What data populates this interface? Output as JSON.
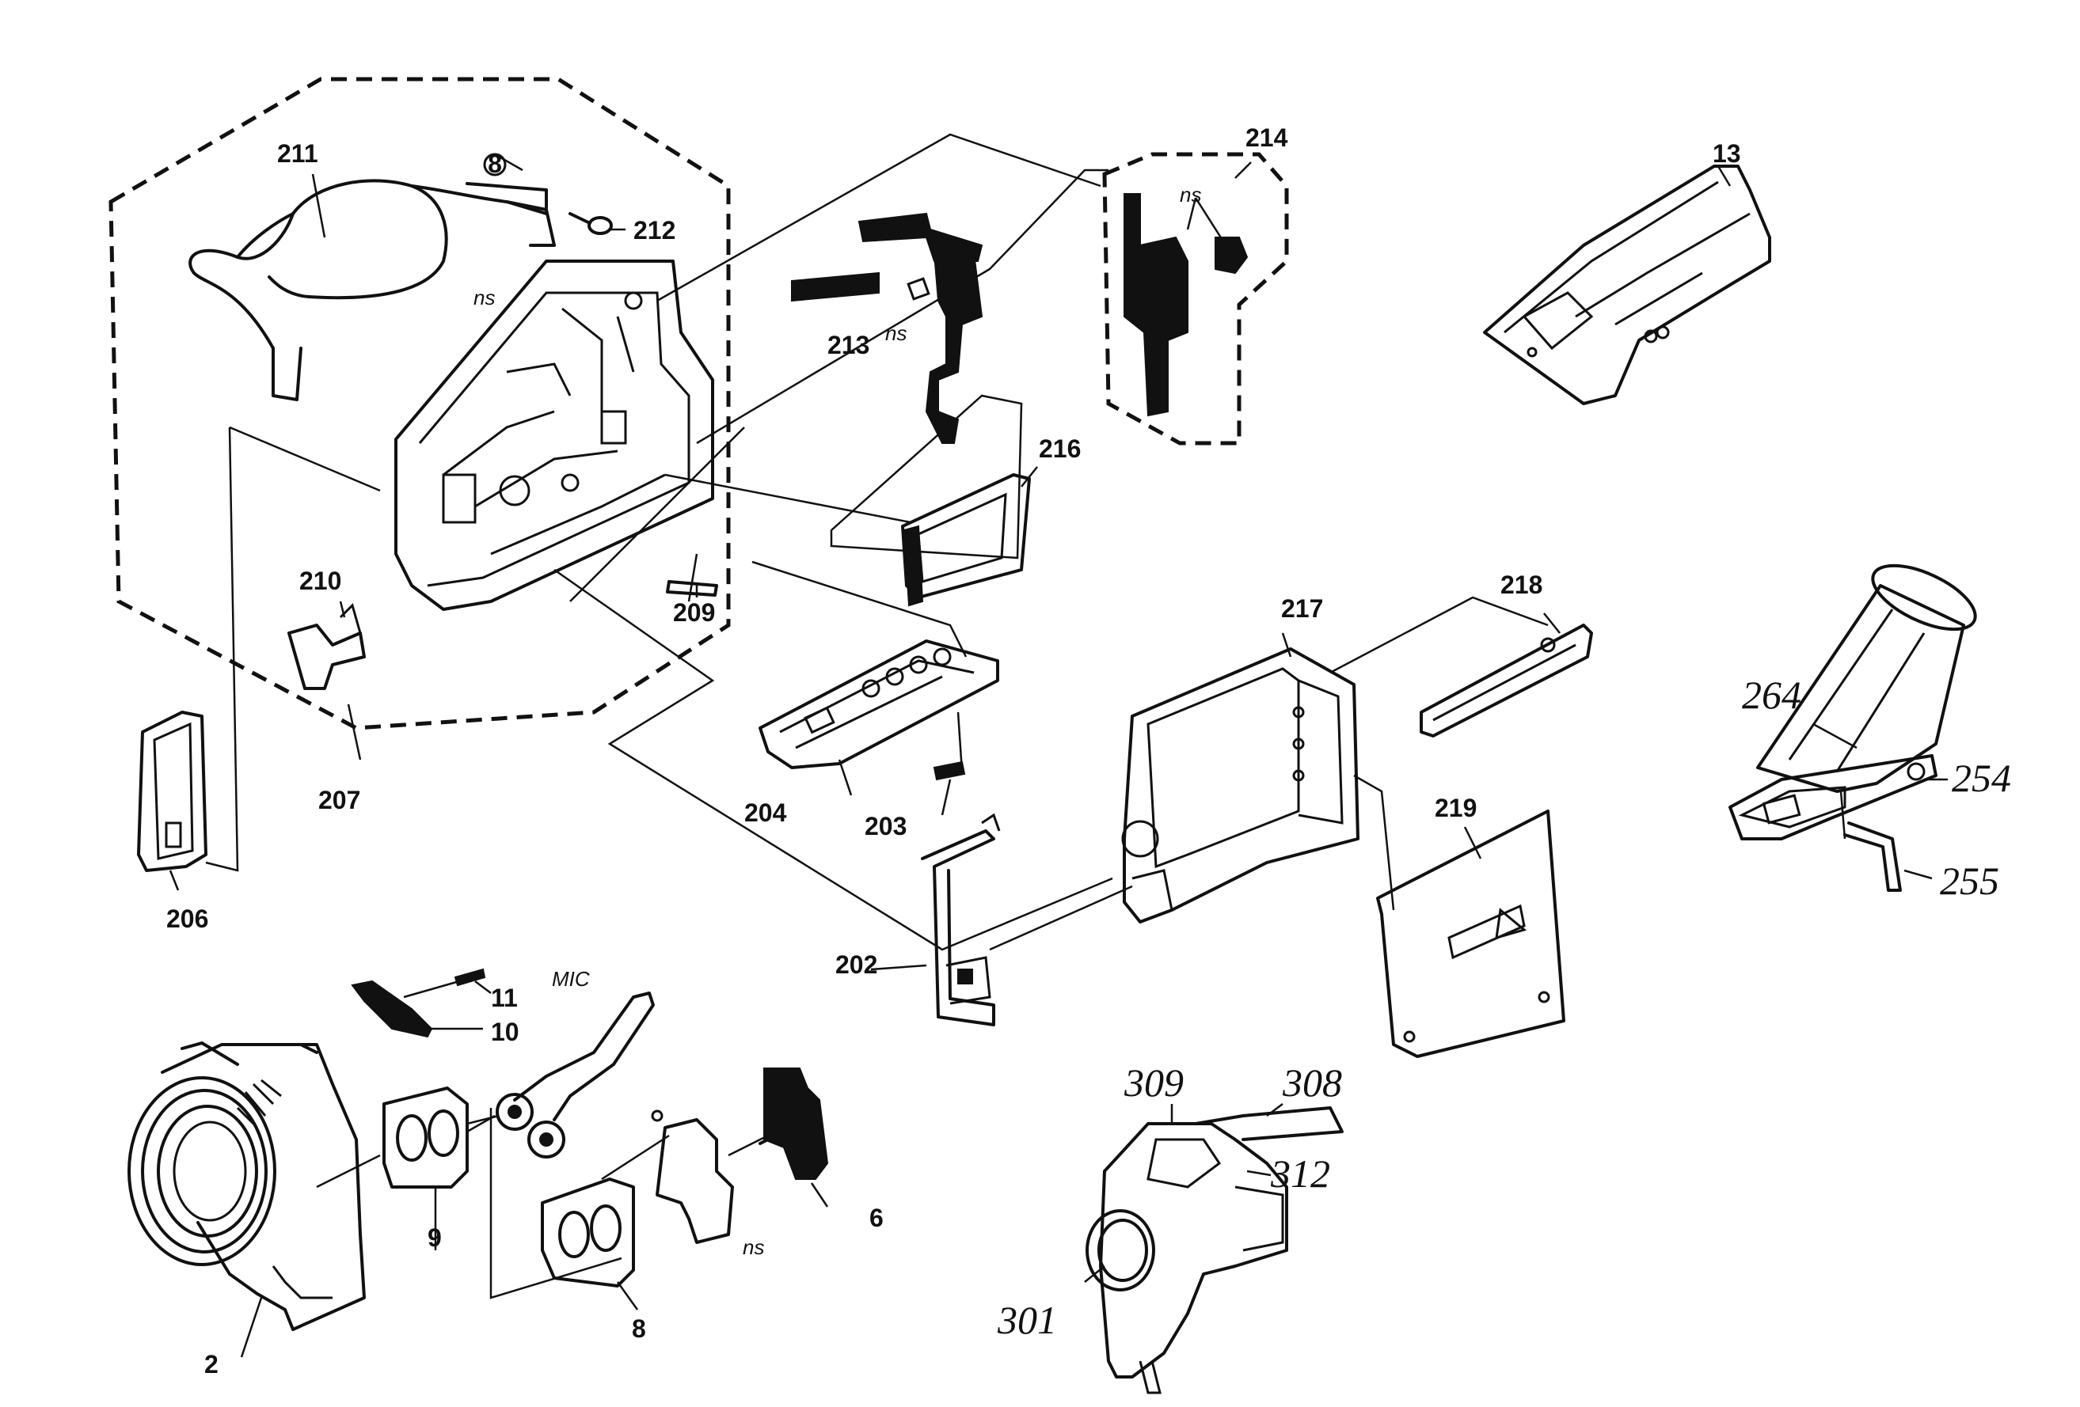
{
  "labels": {
    "n2": "2",
    "n6": "6",
    "n8": "8",
    "n9": "9",
    "n10": "10",
    "n11": "11",
    "n13": "13",
    "n202": "202",
    "n203": "203",
    "n204": "204",
    "n206": "206",
    "n207": "207",
    "n209": "209",
    "n210": "210",
    "n211": "211",
    "n212": "212",
    "n213": "213",
    "n214": "214",
    "n216": "216",
    "n217": "217",
    "n218": "218",
    "n219": "219",
    "n254": "254",
    "n255": "255",
    "n264": "264",
    "n301": "301",
    "n308": "308",
    "n309": "309",
    "n312": "312",
    "mic": "MIC",
    "ns": "ns",
    "screw_marker": "8"
  },
  "colors": {
    "ink": "#111111",
    "paper": "#ffffff"
  }
}
